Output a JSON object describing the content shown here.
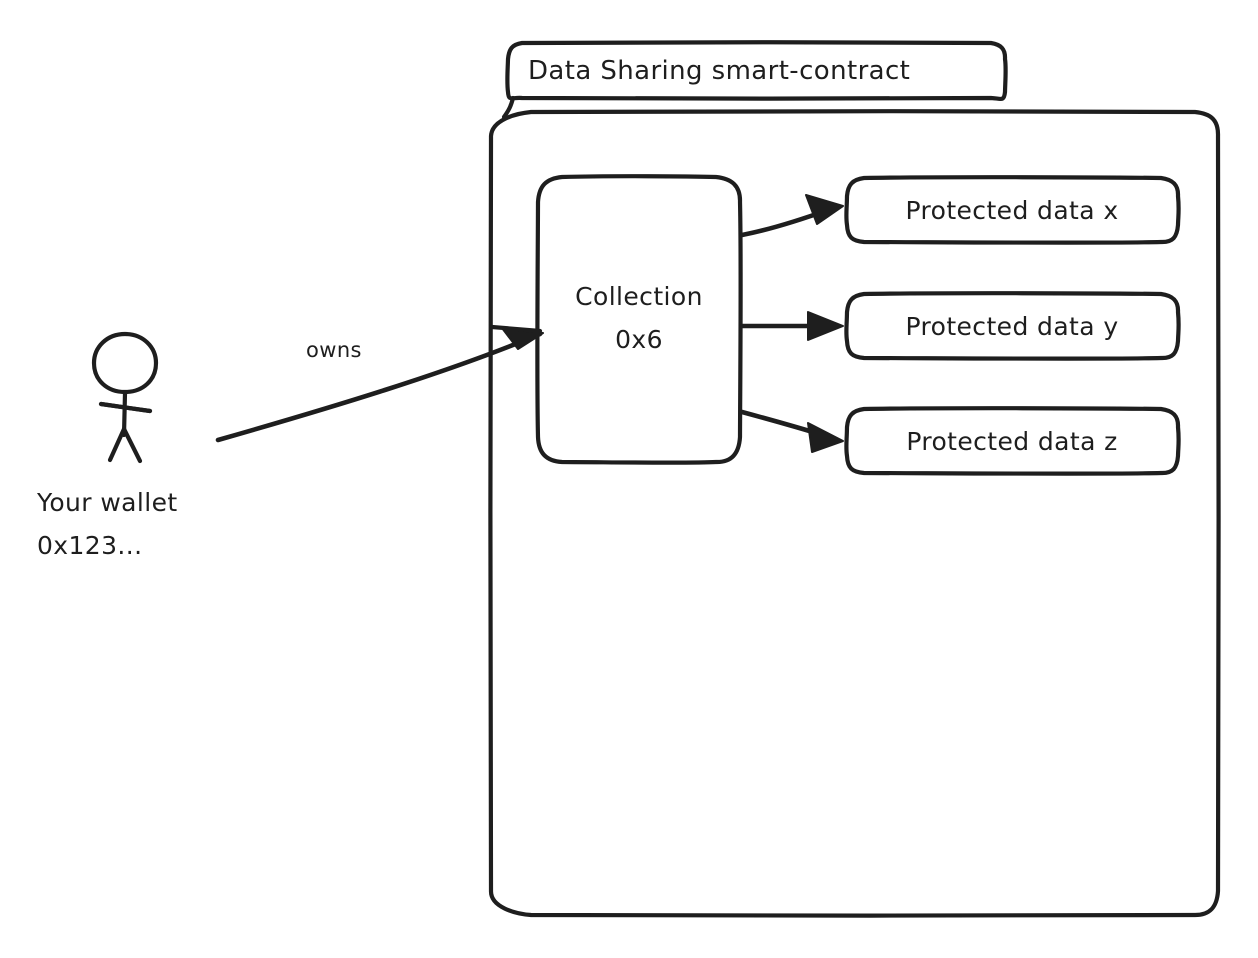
{
  "diagram": {
    "type": "flow-diagram",
    "style": "hand-drawn",
    "colors": {
      "stroke": "#1e1e1e",
      "background": "#ffffff",
      "fill": "#ffffff"
    },
    "container": {
      "label": "Data Sharing smart-contract",
      "name": "data-sharing-smart-contract-container"
    },
    "actor": {
      "name": "your-wallet-actor",
      "label_line1": "Your wallet",
      "label_line2": "0x123..."
    },
    "edges": [
      {
        "name": "owns-edge",
        "label": "owns",
        "from": "your-wallet-actor",
        "to": "collection-node"
      },
      {
        "name": "collection-to-data-x-edge",
        "label": "",
        "from": "collection-node",
        "to": "protected-data-x-node"
      },
      {
        "name": "collection-to-data-y-edge",
        "label": "",
        "from": "collection-node",
        "to": "protected-data-y-node"
      },
      {
        "name": "collection-to-data-z-edge",
        "label": "",
        "from": "collection-node",
        "to": "protected-data-z-node"
      }
    ],
    "collection": {
      "name": "collection-node",
      "label_line1": "Collection",
      "label_line2": "0x6"
    },
    "protected_data": [
      {
        "name": "protected-data-x-node",
        "label": "Protected data x"
      },
      {
        "name": "protected-data-y-node",
        "label": "Protected data y"
      },
      {
        "name": "protected-data-z-node",
        "label": "Protected data z"
      }
    ]
  }
}
